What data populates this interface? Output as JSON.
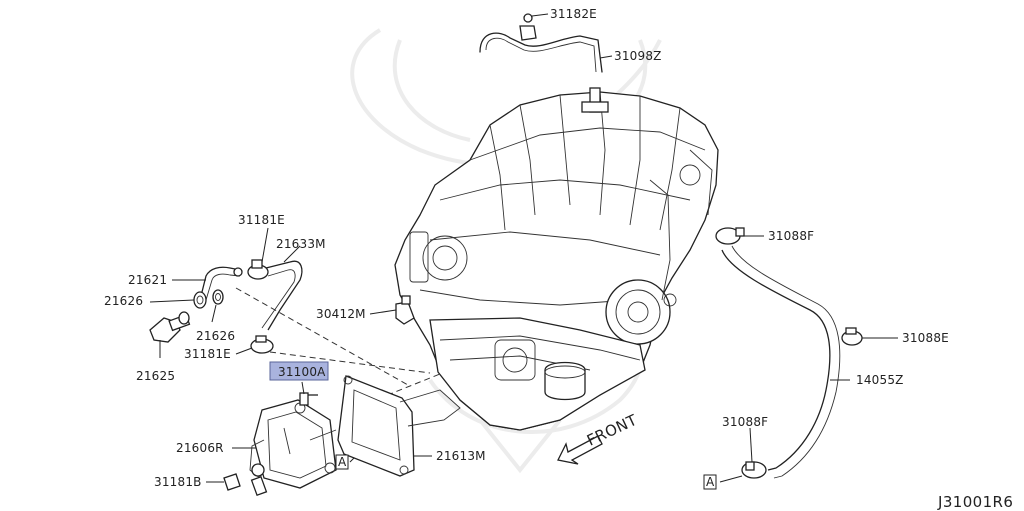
{
  "part_labels": {
    "p31182E": "31182E",
    "p31098Z": "31098Z",
    "p31181E_top": "31181E",
    "p21633M": "21633M",
    "p21621": "21621",
    "p21626_left": "21626",
    "p21626_right": "21626",
    "p21625": "21625",
    "p31181E_bottom": "31181E",
    "p30412M": "30412M",
    "p31100A": "31100A",
    "p21606R": "21606R",
    "p31181B": "31181B",
    "p21613M": "21613M",
    "p31088F_top": "31088F",
    "p31088E": "31088E",
    "p14055Z": "14055Z",
    "p31088F_bottom": "31088F"
  },
  "reference_marks": {
    "a_left": "A",
    "a_right": "A"
  },
  "direction_label": "FRONT",
  "diagram_code": "J31001R6",
  "highlighted_part": "31100A",
  "colors": {
    "highlight_fill": "#a9b3de",
    "line": "#222222",
    "watermark": "#ececec"
  }
}
